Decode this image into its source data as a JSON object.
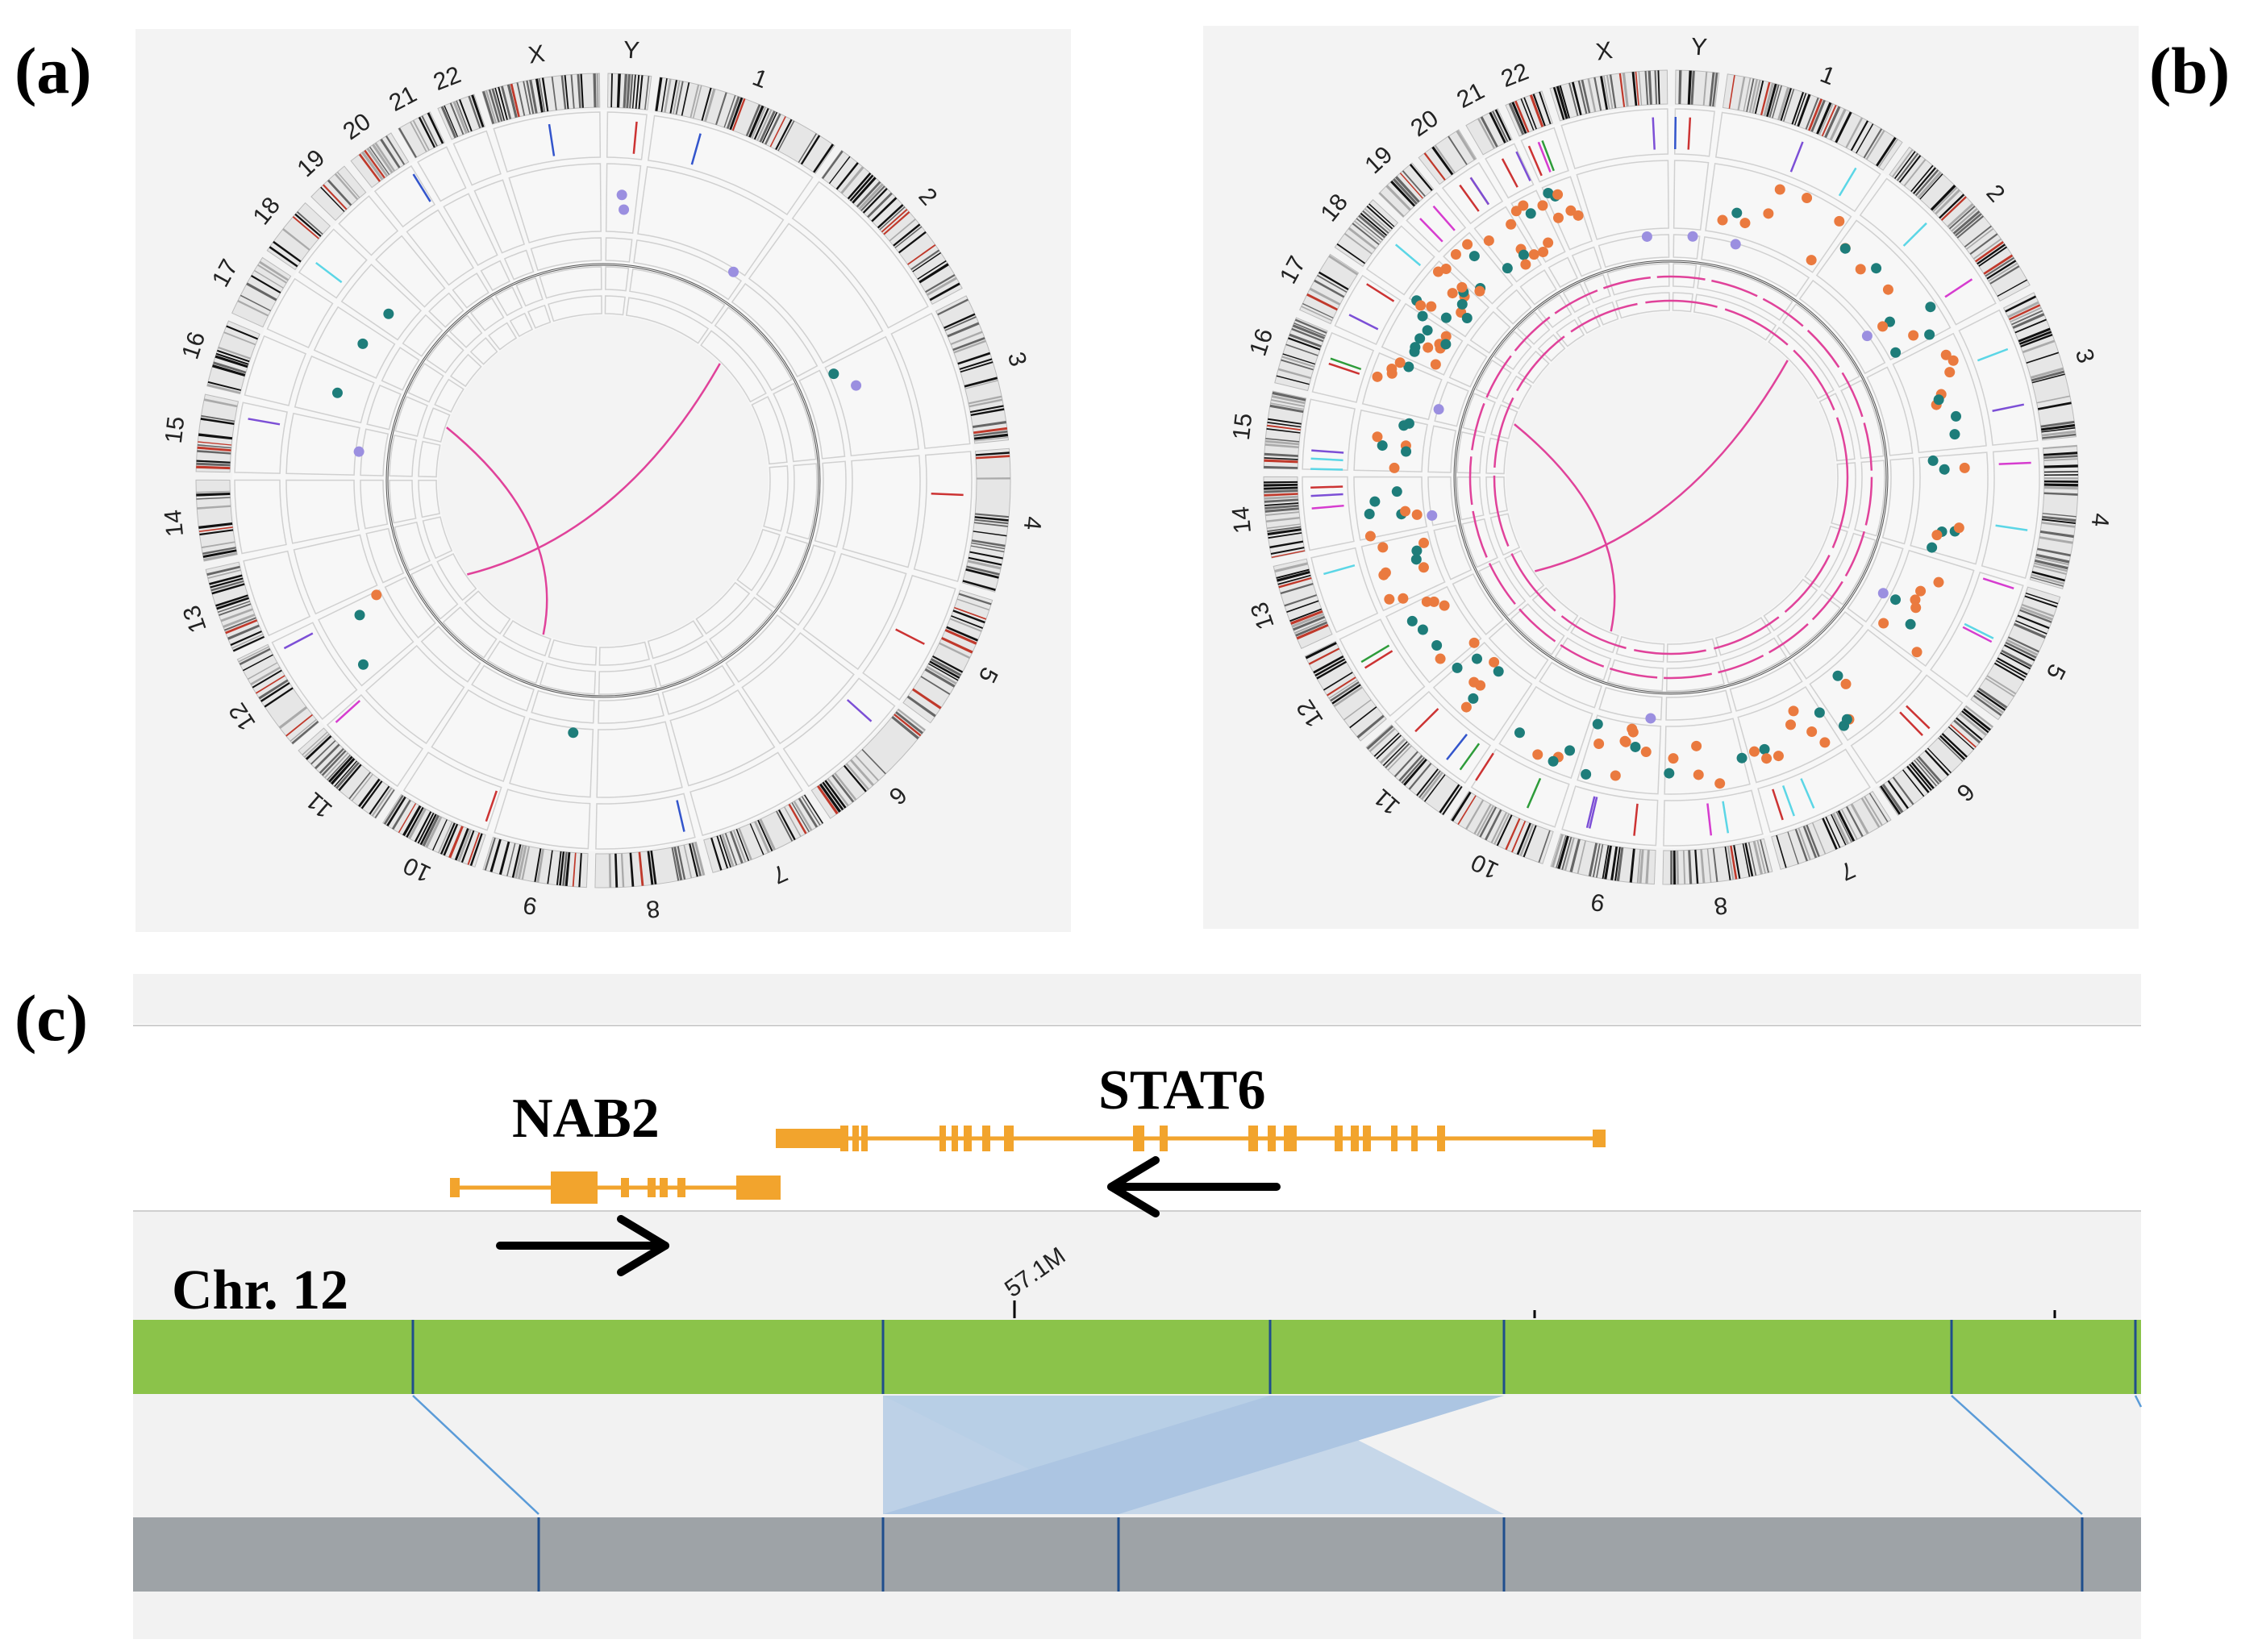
{
  "panels": {
    "a": {
      "label": "(a)"
    },
    "b": {
      "label": "(b)"
    },
    "c": {
      "label": "(c)"
    }
  },
  "circos": {
    "chromosomes": [
      "1",
      "2",
      "3",
      "4",
      "5",
      "6",
      "7",
      "8",
      "9",
      "10",
      "11",
      "12",
      "13",
      "14",
      "15",
      "16",
      "17",
      "18",
      "19",
      "20",
      "21",
      "22",
      "X",
      "Y"
    ],
    "links_a": [
      [
        "2",
        "12"
      ],
      [
        "16",
        "10"
      ]
    ],
    "links_b": [
      [
        "2",
        "12"
      ],
      [
        "16",
        "10"
      ]
    ]
  },
  "genome_view": {
    "chromosome_label": "Chr. 12",
    "axis_tick_label": "57.1M",
    "genes": [
      {
        "name": "NAB2",
        "direction": "forward"
      },
      {
        "name": "STAT6",
        "direction": "reverse"
      }
    ]
  },
  "colors": {
    "gene": "#f2a42d",
    "reference_bar": "#8bc34a",
    "sample_bar": "#9ea3a7",
    "link": "#e0429a",
    "teal_dot": "#1e7d7a",
    "orange_dot": "#ea7a3f",
    "lavender_dot": "#9b8fe0",
    "alignment": "#b7cde6"
  }
}
